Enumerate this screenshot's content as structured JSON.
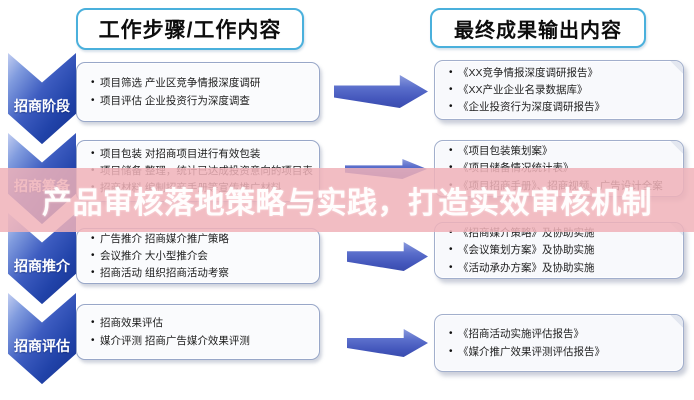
{
  "title_overlay": {
    "text": "产品审核落地策略与实践，打造实效审核机制",
    "band_color": "#f0b2b9",
    "text_color": "#ffffff"
  },
  "headers": {
    "work": "工作步骤/工作内容",
    "output": "最终成果输出内容"
  },
  "stages": [
    {
      "label": "招商阶段",
      "work_items": [
        "项目筛选 产业区竞争情报深度调研",
        "项目评估 企业投资行为深度调查"
      ],
      "outputs": [
        "《XX竞争情报深度调研报告》",
        "《XX产业企业名录数据库》",
        "《企业投资行为深度调研报告》"
      ]
    },
    {
      "label": "招商筹备",
      "work_items": [
        "项目包装 对招商项目进行有效包装",
        "项目储备 整理，统计已达成投资意向的项目表",
        "招商材料 编制招商手册等宣传推广材料"
      ],
      "outputs": [
        "《项目包装策划案》",
        "《项目储备情况统计表》",
        "《项目招商手册》、招商视频、广告设计全案"
      ]
    },
    {
      "label": "招商推介",
      "work_items": [
        "广告推介 招商媒介推广策略",
        "会议推介 大小型推介会",
        "招商活动 组织招商活动考察"
      ],
      "outputs": [
        "《招商媒介策略》及协助实施",
        "《会议策划方案》及协助实施",
        "《活动承办方案》及协助实施"
      ]
    },
    {
      "label": "招商评估",
      "work_items": [
        "招商效果评估",
        "媒介评测 招商广告媒介效果评测"
      ],
      "outputs": [
        "《招商活动实施评估报告》",
        "《媒介推广效果评测评估报告》"
      ]
    }
  ],
  "colors": {
    "chevron_blue_dark": "#142f8b",
    "chevron_blue_mid": "#3d5cc0",
    "arrow_blue": "#5a6ecb",
    "header_border_blue": "#4ab0dc",
    "box_border": "#98a7c8",
    "box_fill": "#fafbfd",
    "banner_pink": "#f0b2b9",
    "banner_text": "#ffffff"
  }
}
